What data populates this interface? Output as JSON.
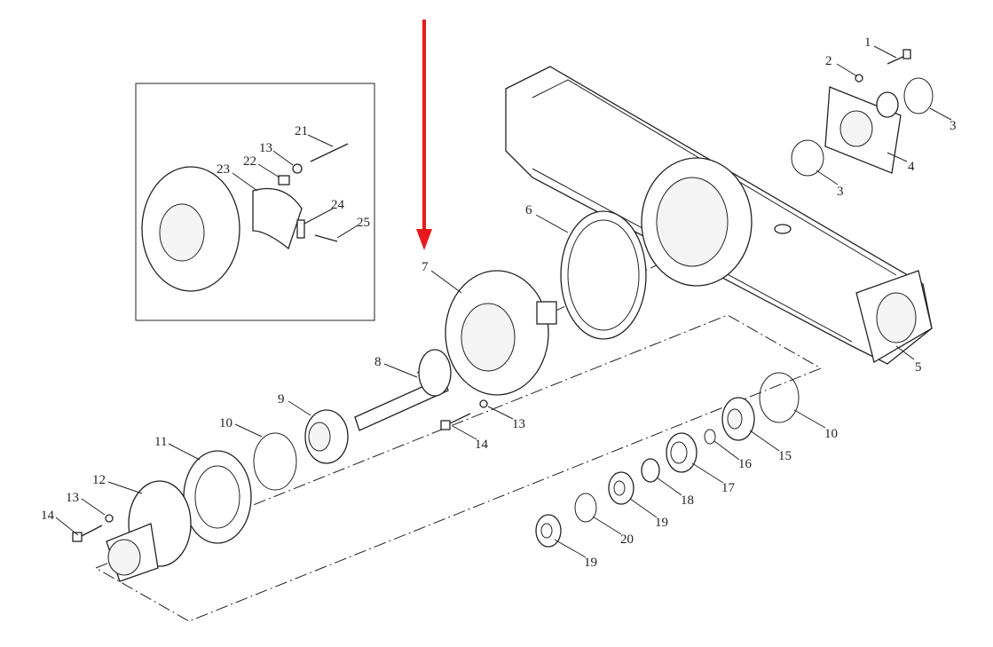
{
  "diagram": {
    "type": "exploded-parts-view",
    "callouts": [
      "1",
      "2",
      "3",
      "3",
      "4",
      "5",
      "6",
      "7",
      "8",
      "9",
      "10",
      "10",
      "11",
      "12",
      "13",
      "14",
      "13",
      "14",
      "15",
      "16",
      "17",
      "18",
      "19",
      "20",
      "19",
      "21",
      "13",
      "22",
      "23",
      "24",
      "25"
    ],
    "arrow_color": "#e8191c"
  }
}
